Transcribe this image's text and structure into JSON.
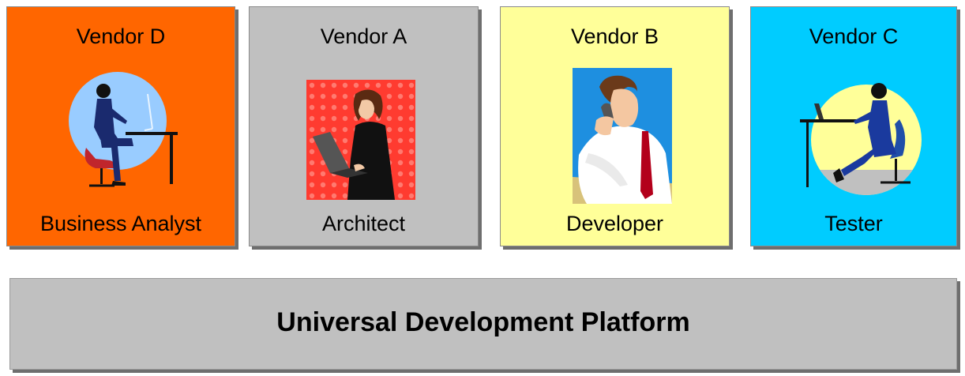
{
  "cards": [
    {
      "vendor": "Vendor D",
      "role": "Business Analyst",
      "illustration": "business-analyst-illustration",
      "color": "#ff6600"
    },
    {
      "vendor": "Vendor A",
      "role": "Architect",
      "illustration": "architect-illustration",
      "color": "#c0c0c0"
    },
    {
      "vendor": "Vendor B",
      "role": "Developer",
      "illustration": "developer-illustration",
      "color": "#ffff99"
    },
    {
      "vendor": "Vendor C",
      "role": "Tester",
      "illustration": "tester-illustration",
      "color": "#00ccff"
    }
  ],
  "platform": {
    "title": "Universal Development Platform",
    "color": "#c0c0c0"
  }
}
